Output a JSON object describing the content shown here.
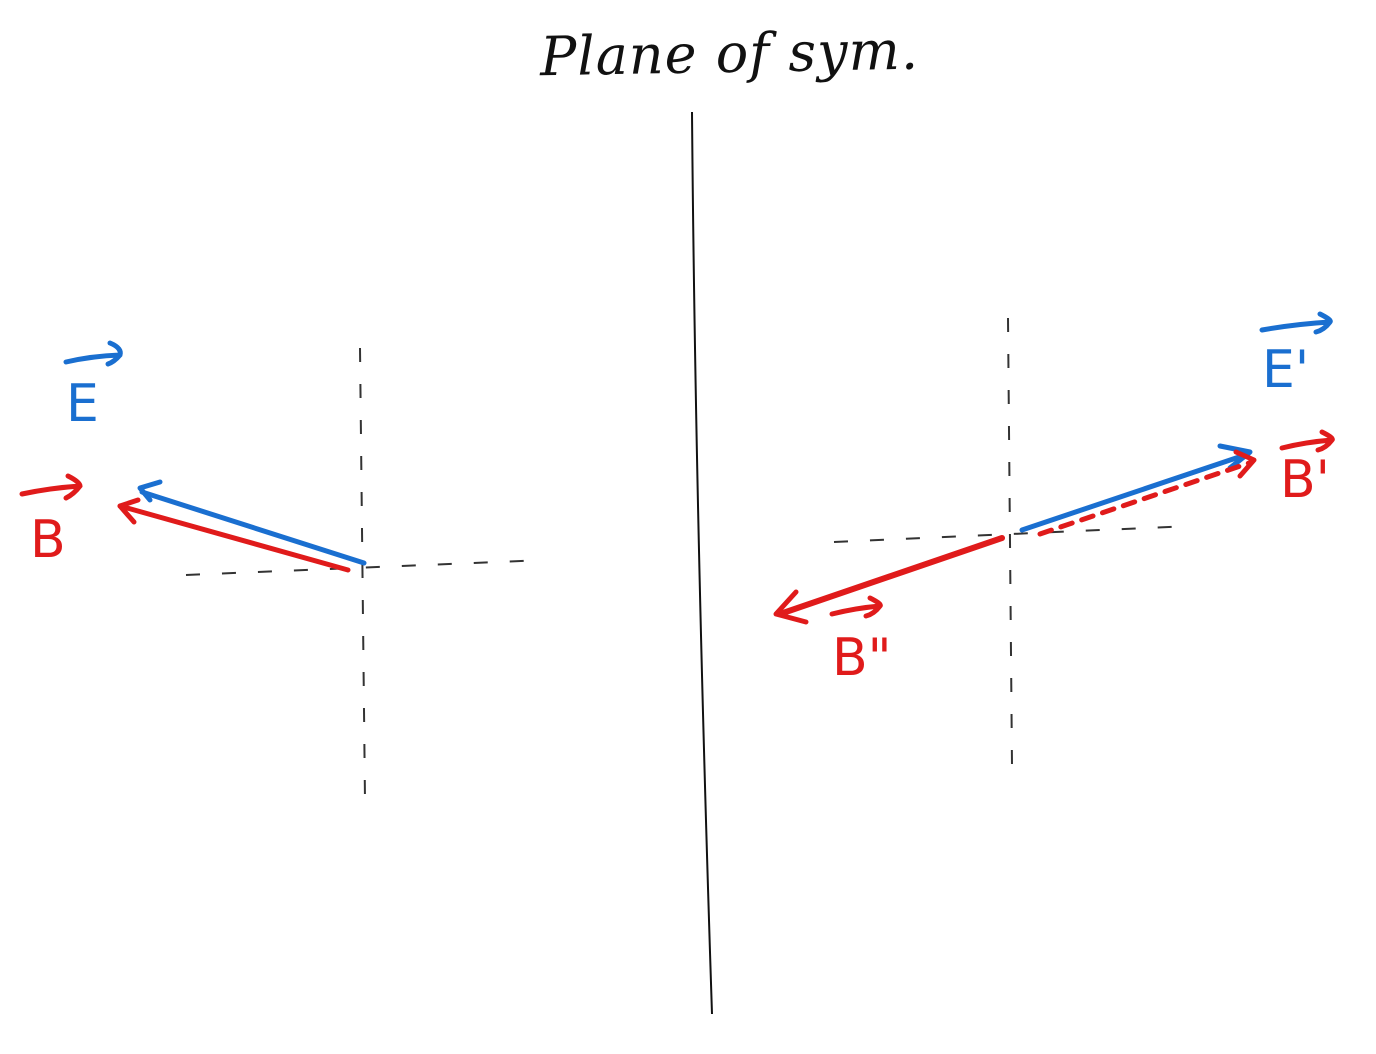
{
  "diagram": {
    "title": "Plane of sym.",
    "left_figure": {
      "labels": {
        "E": "E",
        "B": "B"
      }
    },
    "right_figure": {
      "labels": {
        "E_prime": "E'",
        "B_prime": "B'",
        "B_double_prime": "B\""
      }
    }
  },
  "colors": {
    "blue": "#1a6fd0",
    "red": "#e01b1b",
    "ink": "#111111",
    "axis": "#333333"
  }
}
